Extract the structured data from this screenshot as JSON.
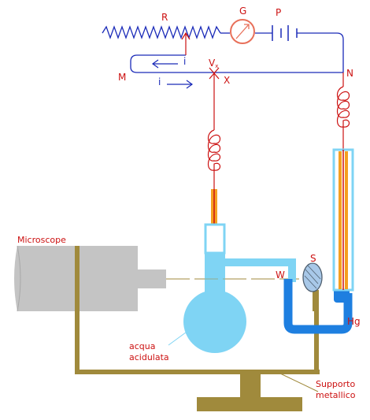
{
  "labels": {
    "R": "R",
    "G": "G",
    "P": "P",
    "M": "M",
    "N": "N",
    "i_top": "i",
    "i_bottom": "i",
    "V": "V",
    "V_sub": "x",
    "X": "X",
    "microscope": "Microscope",
    "S": "S",
    "W": "W",
    "Hg": "Hg",
    "acqua_line1": "acqua",
    "acqua_line2": "acidulata",
    "supporto_line1": "Supporto",
    "supporto_line2": "metallico"
  },
  "colors": {
    "circuit_blue": "#1a2ab8",
    "resistor_blue": "#1a2ab8",
    "red": "#cc1111",
    "galvanometer": "#e8705a",
    "electrolyte": "#7fd4f4",
    "mercury": "#1e7fe0",
    "support": "#a08a3c",
    "microscope_body": "#c4c4c4",
    "electrode": "#f5a020"
  }
}
